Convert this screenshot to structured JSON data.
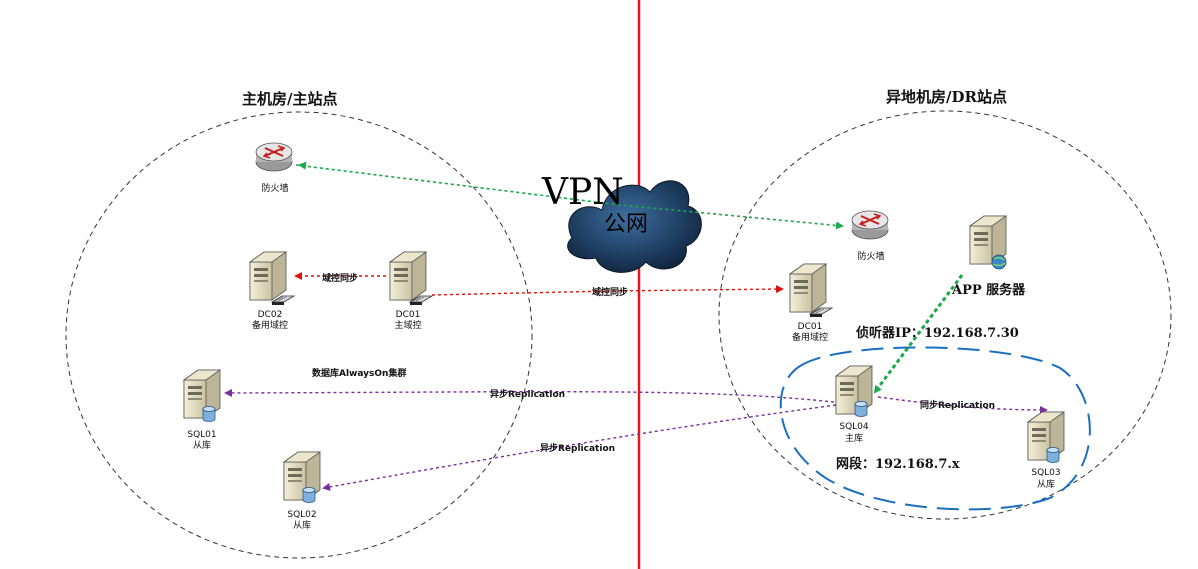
{
  "sites": {
    "primary_title": "主机房/主站点",
    "dr_title": "异地机房/DR站点"
  },
  "cloud": {
    "vpn": "VPN",
    "wan": "公网"
  },
  "devices": {
    "fw_primary": "防火墙",
    "fw_dr": "防火墙",
    "dc02_name": "DC02",
    "dc02_role": "备用域控",
    "dc01_name": "DC01",
    "dc01_role": "主域控",
    "dr_dc01_name": "DC01",
    "dr_dc01_role": "备用域控",
    "app_server": "APP 服务器",
    "sql01_name": "SQL01",
    "sql01_role": "从库",
    "sql02_name": "SQL02",
    "sql02_role": "从库",
    "sql04_name": "SQL04",
    "sql04_role": "主库",
    "sql03_name": "SQL03",
    "sql03_role": "从库"
  },
  "links": {
    "dc_sync_local": "域控同步",
    "dc_sync_remote": "域控同步",
    "async_1": "异步Replication",
    "async_2": "异步Replication",
    "sync": "同步Replication"
  },
  "annotations": {
    "cluster": "数据库AlwaysOn集群",
    "listener": "侦听器IP：192.168.7.30",
    "segment": "网段：192.168.7.x"
  },
  "colors": {
    "divider": "#e8141c",
    "vpn_link": "#1aa84a",
    "dc_link": "#e01010",
    "replication": "#7a2fa0",
    "segment_ellipse": "#1a6fc0",
    "site_circle": "#333333"
  }
}
